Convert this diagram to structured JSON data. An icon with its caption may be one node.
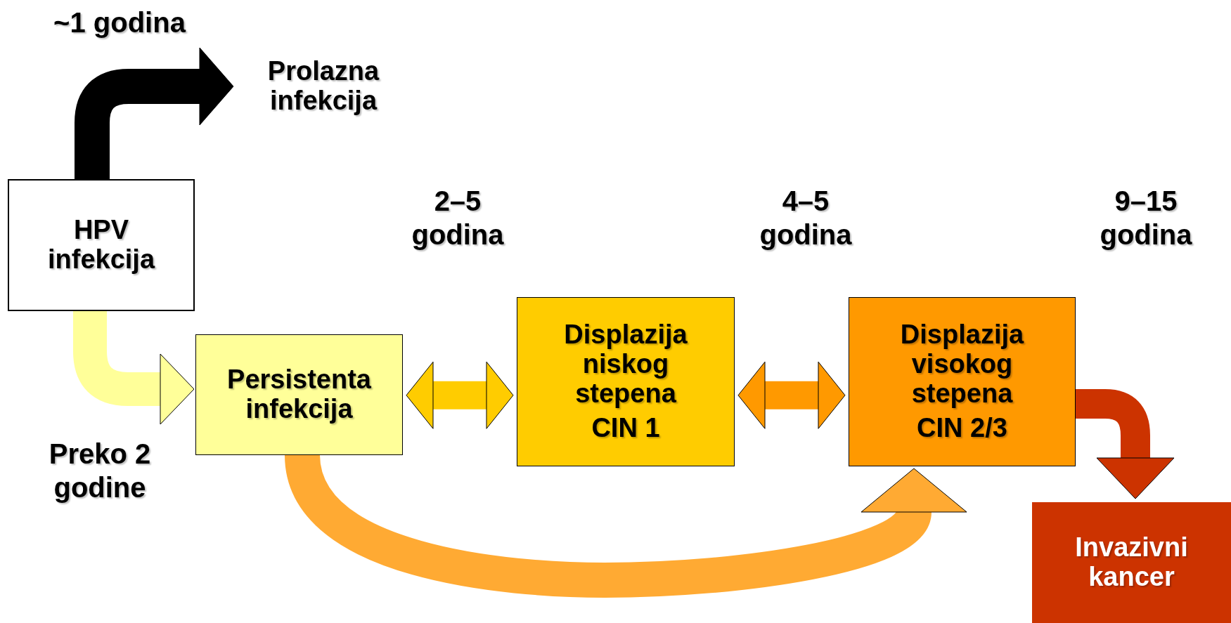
{
  "diagram": {
    "nodes": [
      {
        "text": [
          "HPV infekcija"
        ]
      },
      {
        "text": [
          "Prolazna infekcija"
        ]
      },
      {
        "text": [
          "Persistenta infekcija"
        ]
      },
      {
        "text": [
          "Displazija niskog stepena",
          "CIN 1"
        ]
      },
      {
        "text": [
          "Displazija visokog stepena",
          "CIN 2/3"
        ]
      },
      {
        "text": [
          "Invazivni kancer"
        ]
      }
    ],
    "edges": [
      {
        "from": 0,
        "to": 1,
        "arrow": "to",
        "color": "#000000"
      },
      {
        "from": 0,
        "to": 2,
        "arrow": "to",
        "color": "#ffff99"
      },
      {
        "from": 2,
        "to": 3,
        "arrow": "both",
        "color": "#ffcc00"
      },
      {
        "from": 3,
        "to": 4,
        "arrow": "both",
        "color": "#ff9900"
      },
      {
        "from": 4,
        "to": 5,
        "arrow": "to",
        "color": "#cc3300"
      },
      {
        "from": 2,
        "to": 4,
        "arrow": "to",
        "color": "#ffaa33"
      }
    ],
    "labels": [
      "~1 godina",
      "2–5 godina",
      "4–5 godina",
      "9–15 godina",
      "Preko 2 godine"
    ]
  }
}
